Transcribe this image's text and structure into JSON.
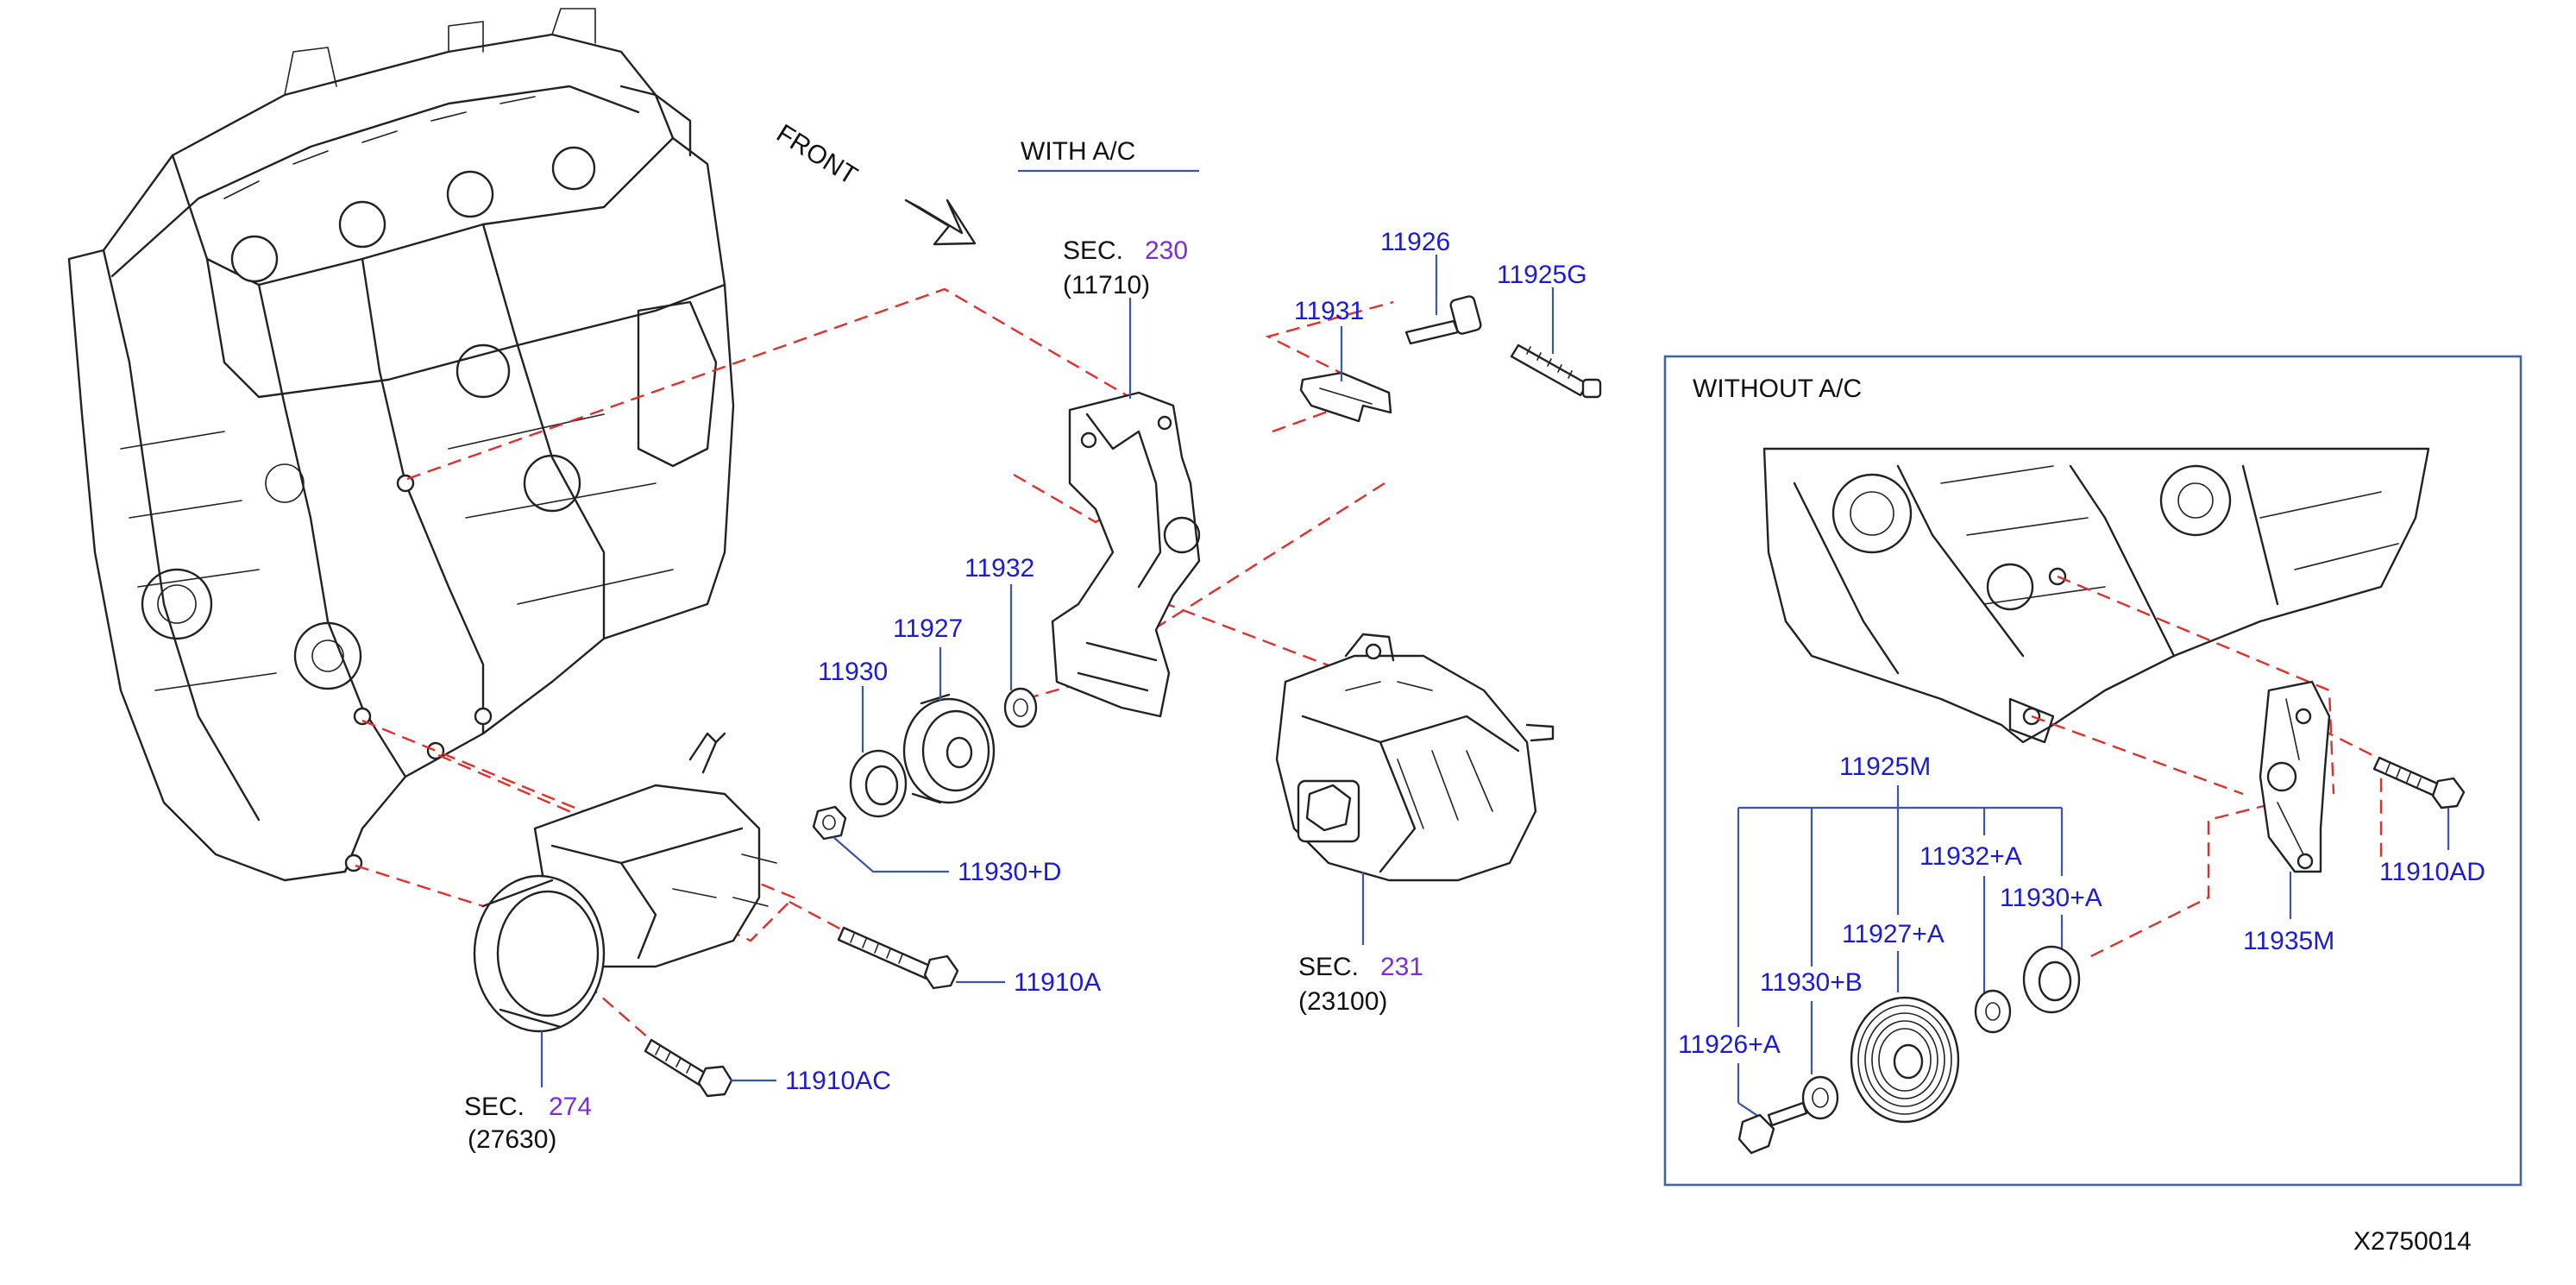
{
  "diagram": {
    "front_label": "FRONT",
    "with_ac_heading": "WITH  A/C",
    "without_ac_heading": "WITHOUT  A/C",
    "drawing_id": "X2750014",
    "sec_label": "SEC.",
    "sections": [
      {
        "sec_word": "SEC.",
        "sec_number": "230",
        "part_ref": "(11710)"
      },
      {
        "sec_word": "SEC.",
        "sec_number": "231",
        "part_ref": "(23100)"
      },
      {
        "sec_word": "SEC.",
        "sec_number": "274",
        "part_ref": "(27630)"
      }
    ],
    "with_ac_parts": [
      "11926",
      "11925G",
      "11931",
      "11932",
      "11927",
      "11930",
      "11930+D",
      "11910A",
      "11910AC"
    ],
    "without_ac_parts": [
      "11925M",
      "11932+A",
      "11930+A",
      "11927+A",
      "11930+B",
      "11926+A",
      "11910AD",
      "11935M"
    ],
    "colors": {
      "part_number": "#1b1bd6",
      "section_number": "#7a2fd6",
      "dashed_guides": "#e0302c",
      "leader_lines": "#3b56a8",
      "line_art": "#222222"
    }
  }
}
